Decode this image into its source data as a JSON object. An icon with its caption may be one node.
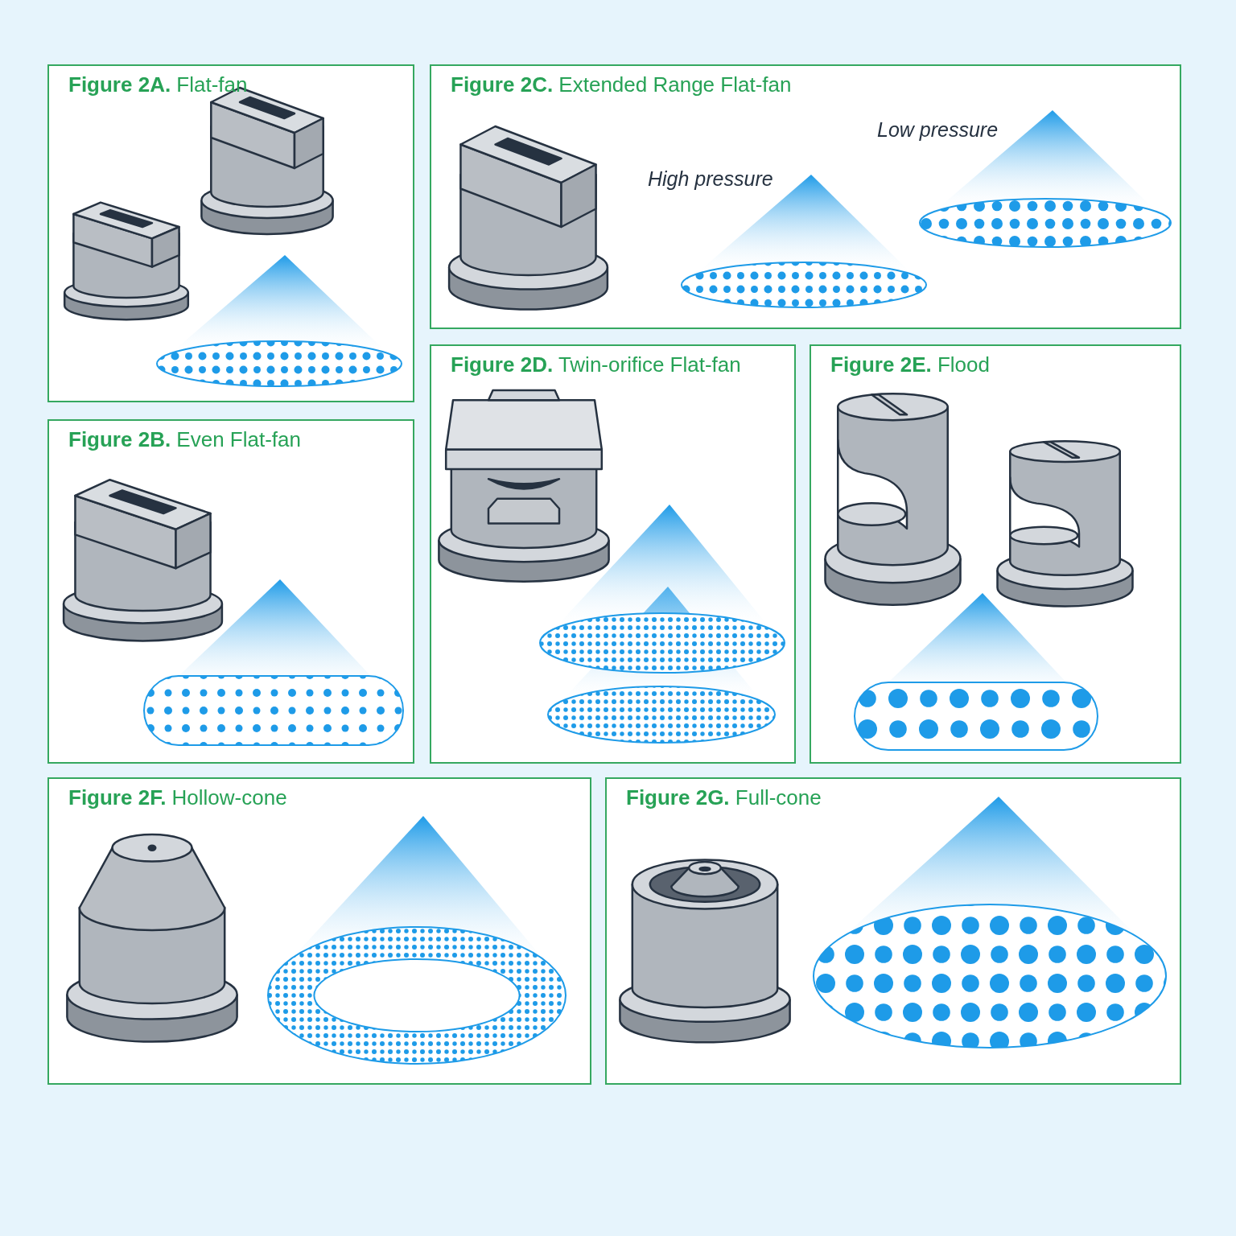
{
  "diagram": {
    "nodes": [
      {
        "text": [
          "**Figure 2A.** Flat-fan"
        ]
      },
      {
        "text": [
          "**Figure 2C.** Extended Range Flat-fan"
        ]
      },
      {
        "text": [
          "**Figure 2B.** Even Flat-fan"
        ]
      },
      {
        "text": [
          "**Figure 2D.** Twin-orifice Flat-fan"
        ]
      },
      {
        "text": [
          "**Figure 2E.** Flood"
        ]
      },
      {
        "text": [
          "**Figure 2F.** Hollow-cone"
        ]
      },
      {
        "text": [
          "**Figure 2G.** Full-cone"
        ]
      }
    ],
    "labels": [
      "High pressure",
      "Low pressure"
    ]
  }
}
